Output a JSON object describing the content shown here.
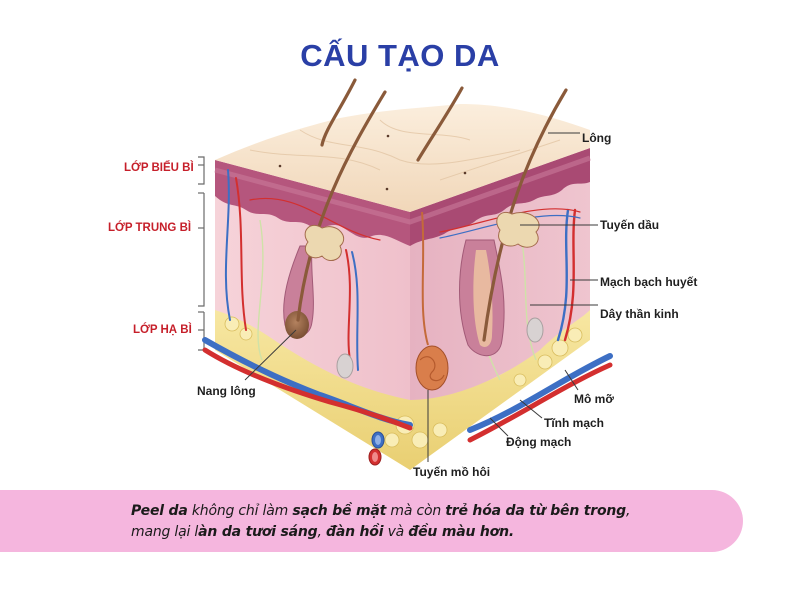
{
  "title": "CẤU TẠO DA",
  "colors": {
    "title": "#2a3fa6",
    "layer_label": "#c61f2a",
    "banner_bg": "#f5b6de",
    "skin_surface": "#f6e0c6",
    "epidermis": "#b8587f",
    "dermis": "#f2c6cf",
    "fat": "#f3df8a",
    "artery": "#d32f2f",
    "vein": "#3d6fc4"
  },
  "layer_labels": [
    {
      "text": "LỚP BIỂU BÌ"
    },
    {
      "text": "LỚP TRUNG BÌ"
    },
    {
      "text": "LỚP HẠ BÌ"
    }
  ],
  "part_labels": {
    "hair": "Lông",
    "sebaceous_gland": "Tuyến dầu",
    "lymph_vessel": "Mạch bạch huyết",
    "nerve": "Dây thần kinh",
    "fat_tissue": "Mô mỡ",
    "vein": "Tĩnh mạch",
    "artery": "Động mạch",
    "sweat_gland": "Tuyến mồ hôi",
    "hair_follicle": "Nang lông"
  },
  "banner": {
    "segments": [
      {
        "text": "Peel da",
        "bold": true
      },
      {
        "text": " không chỉ làm ",
        "bold": false
      },
      {
        "text": "sạch bề mặt",
        "bold": true
      },
      {
        "text": " mà còn ",
        "bold": false
      },
      {
        "text": "trẻ hóa da từ bên trong",
        "bold": true
      },
      {
        "text": ",",
        "bold": false
      },
      {
        "text": "mang lại l",
        "bold": false,
        "newline": true
      },
      {
        "text": "àn da tươi sáng",
        "bold": true
      },
      {
        "text": ", ",
        "bold": false
      },
      {
        "text": "đàn hồi",
        "bold": true
      },
      {
        "text": " và ",
        "bold": false
      },
      {
        "text": "đều màu hơn.",
        "bold": true
      }
    ]
  }
}
